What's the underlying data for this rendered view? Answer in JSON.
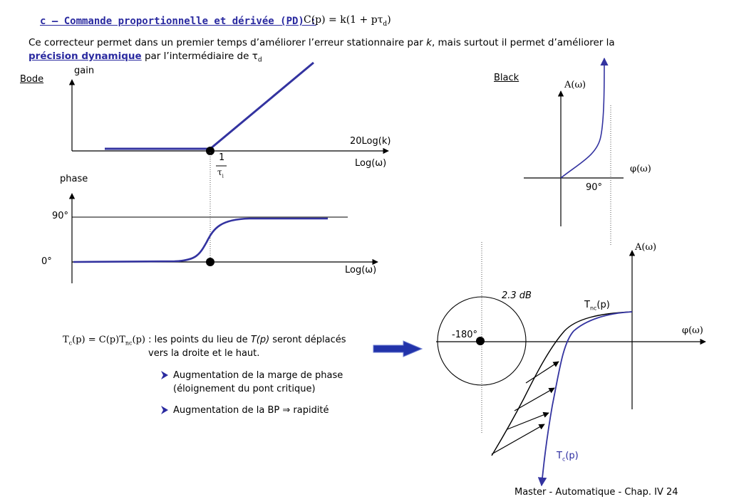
{
  "title": {
    "heading": "c – Commande proportionnelle et dérivée (PD) :",
    "formula_lhs": "C(p) = k(1 + pτ",
    "formula_sub": "d",
    "formula_end": ")"
  },
  "intro": {
    "line1_a": "Ce correcteur permet dans un premier temps d’améliorer l’erreur stationnaire par ",
    "line1_k": "k",
    "line1_b": ", mais surtout il permet d’améliorer la",
    "line2_em": "précision dynamique",
    "line2_b": " par l’intermédiaire de τ",
    "line2_sub": "d"
  },
  "bode": {
    "section_label": "Bode",
    "gain_label": "gain",
    "gain_value_label": "20Log(k)",
    "gain_axis_label": "Log(ω)",
    "corner_num": "1",
    "corner_den": "τ",
    "corner_den_sub": "i",
    "phase_label": "phase",
    "phase_90": "90°",
    "phase_0": "0°",
    "phase_axis_label": "Log(ω)"
  },
  "black": {
    "section_label": "Black",
    "y_axis_label": "A(ω)",
    "x_axis_label": "φ(ω)",
    "tick_90": "90°"
  },
  "nichols": {
    "y_axis_label": "A(ω)",
    "x_axis_label": "φ(ω)",
    "critical_point": "-180°",
    "margin_label": "2.3 dB",
    "tnc_label": "T",
    "tnc_sub": "nc",
    "tnc_end": "(p)",
    "tc_label": "T",
    "tc_sub": "c",
    "tc_end": "(p)"
  },
  "explanation": {
    "eq_a": "T",
    "eq_a_sub": "c",
    "eq_b": "(p) = C(p)T",
    "eq_b_sub": "nc",
    "eq_c": "(p)",
    "text_a": " : les points du lieu de ",
    "text_tp": "T(p)",
    "text_b": " seront déplacés",
    "text_line2": "vers la droite et le haut.",
    "bullets": [
      {
        "line1": "Augmentation de la marge de phase",
        "line2": "(éloignement du pont critique)"
      },
      {
        "line1": "Augmentation de la BP ⇒ rapidité"
      }
    ]
  },
  "footer": {
    "text": "Master - Automatique -  Chap. IV  24"
  },
  "colors": {
    "accent": "#2a2aa0",
    "curve": "#3333a0",
    "arrow_fill": "#2233aa"
  }
}
